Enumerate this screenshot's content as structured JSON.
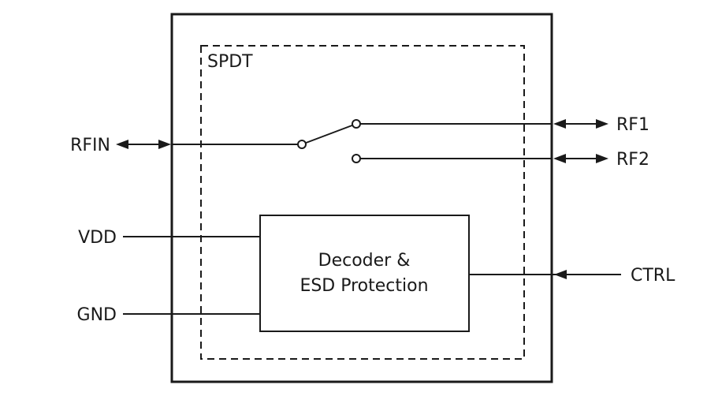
{
  "diagram": {
    "type_label": "SPDT",
    "ports": {
      "rfin": "RFIN",
      "rf1": "RF1",
      "rf2": "RF2",
      "vdd": "VDD",
      "gnd": "GND",
      "ctrl": "CTRL"
    },
    "decoder_block": {
      "line1": "Decoder &",
      "line2": "ESD Protection"
    },
    "colors": {
      "stroke": "#1a1a1a",
      "background": "#ffffff"
    }
  }
}
